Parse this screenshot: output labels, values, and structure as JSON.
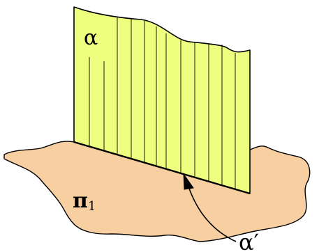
{
  "figure": {
    "labels": {
      "alpha": "α",
      "pi": "π",
      "pi_subscript": "1",
      "trace": "α′"
    },
    "colors": {
      "ground_fill": "#F7CFA0",
      "plane_fill": "#EEFF80",
      "outline": "#000000",
      "background": "#FFFFFF"
    },
    "icons": {
      "arrow": "curved-arrow-icon"
    }
  }
}
